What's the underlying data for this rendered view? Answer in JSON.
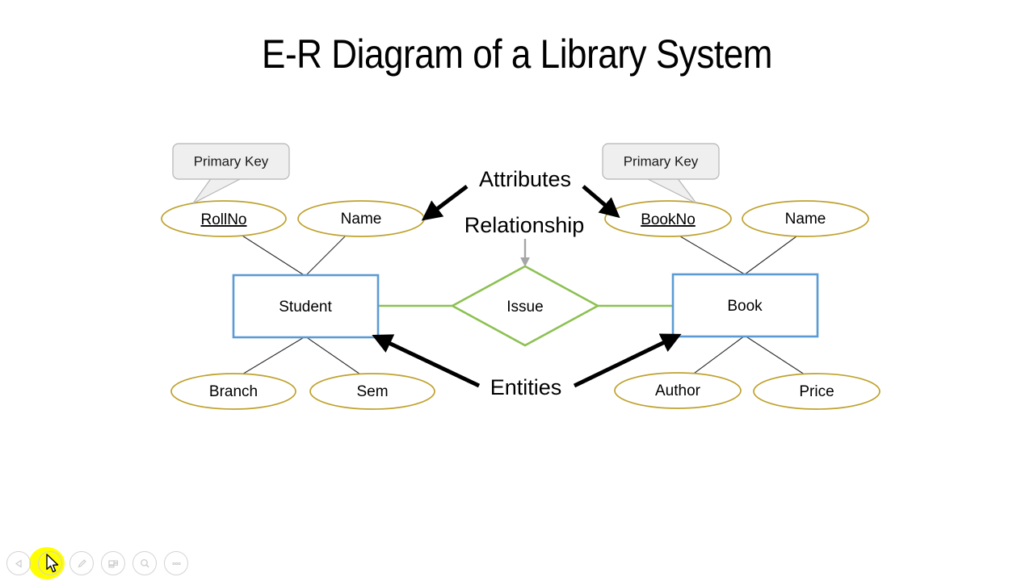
{
  "slide": {
    "title": "E-R Diagram of a Library System"
  },
  "diagram": {
    "entities": [
      {
        "name": "Student",
        "label": "Student"
      },
      {
        "name": "Book",
        "label": "Book"
      }
    ],
    "relationship": {
      "label": "Issue"
    },
    "attributes": [
      {
        "label": "RollNo",
        "primary_key": true,
        "owner": "Student"
      },
      {
        "label": "Name",
        "primary_key": false,
        "owner": "Student"
      },
      {
        "label": "Branch",
        "primary_key": false,
        "owner": "Student"
      },
      {
        "label": "Sem",
        "primary_key": false,
        "owner": "Student"
      },
      {
        "label": "BookNo",
        "primary_key": true,
        "owner": "Book"
      },
      {
        "label": "Name",
        "primary_key": false,
        "owner": "Book"
      },
      {
        "label": "Author",
        "primary_key": false,
        "owner": "Book"
      },
      {
        "label": "Price",
        "primary_key": false,
        "owner": "Book"
      }
    ],
    "callouts": [
      {
        "label": "Primary Key",
        "points_to": "RollNo"
      },
      {
        "label": "Primary Key",
        "points_to": "BookNo"
      }
    ],
    "annotations": [
      {
        "label": "Attributes",
        "points_to": [
          "Name",
          "BookNo"
        ]
      },
      {
        "label": "Relationship",
        "points_to": [
          "Issue"
        ]
      },
      {
        "label": "Entities",
        "points_to": [
          "Student",
          "Book"
        ]
      }
    ],
    "colors": {
      "entity_stroke": "#5B9BD5",
      "relationship_stroke": "#8CC152",
      "attribute_stroke": "#BFA22E",
      "callout_fill": "#EFEFEF",
      "annotation_arrow": "#000000",
      "relationship_arrow": "#A6A6A6"
    }
  },
  "player": {
    "controls": [
      {
        "name": "previous-slide",
        "icon": "triangle-left-icon",
        "active": false
      },
      {
        "name": "play-slide",
        "icon": "triangle-right-icon",
        "active": true
      },
      {
        "name": "pen-annotate",
        "icon": "pen-icon",
        "active": false
      },
      {
        "name": "slide-grid",
        "icon": "grid-icon",
        "active": false
      },
      {
        "name": "zoom",
        "icon": "magnifier-icon",
        "active": false
      },
      {
        "name": "more-options",
        "icon": "ellipsis-icon",
        "active": false
      }
    ],
    "highlight_color": "#FFFF00"
  }
}
